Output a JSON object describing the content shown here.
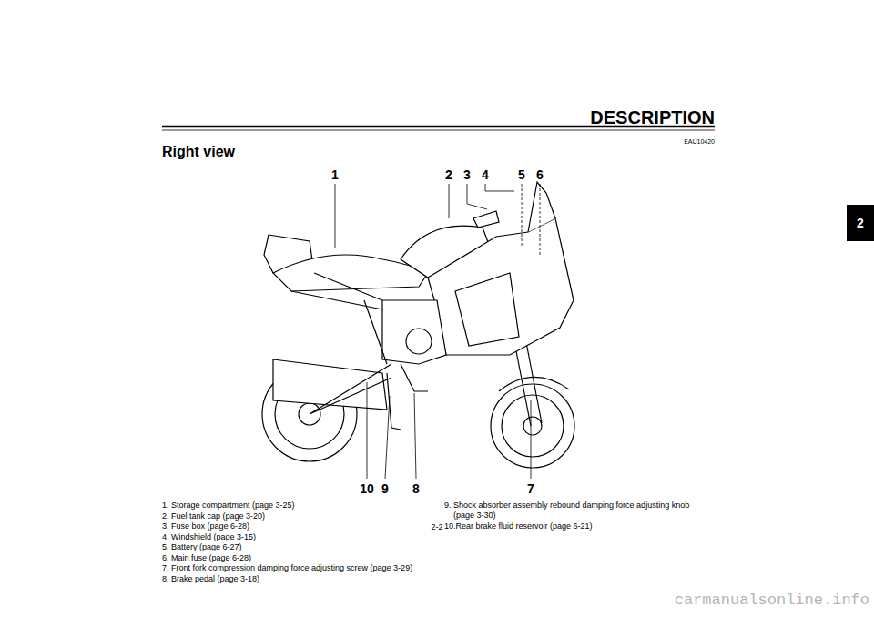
{
  "diagram": {
    "title": "Right view",
    "nodes": [
      {
        "text": [
          "2"
        ]
      }
    ],
    "labels": [
      "DESCRIPTION",
      "EAU10420",
      "1",
      "2",
      "3",
      "4",
      "5",
      "6",
      "10",
      "9",
      "8",
      "7",
      "1. Storage compartment (page 3-25)",
      "2. Fuel tank cap (page 3-20)",
      "3. Fuse box (page 6-28)",
      "4. Windshield (page 3-15)",
      "5. Battery (page 6-27)",
      "6. Main fuse (page 6-28)",
      "7. Front fork compression damping force adjusting screw (page 3-29)",
      "8. Brake pedal (page 3-18)",
      "9. Shock absorber assembly rebound damping force adjusting knob (page 3-30)",
      "10.Rear brake fluid reservoir (page 6-21)",
      "2-2",
      "carmanualsonline.info"
    ]
  }
}
